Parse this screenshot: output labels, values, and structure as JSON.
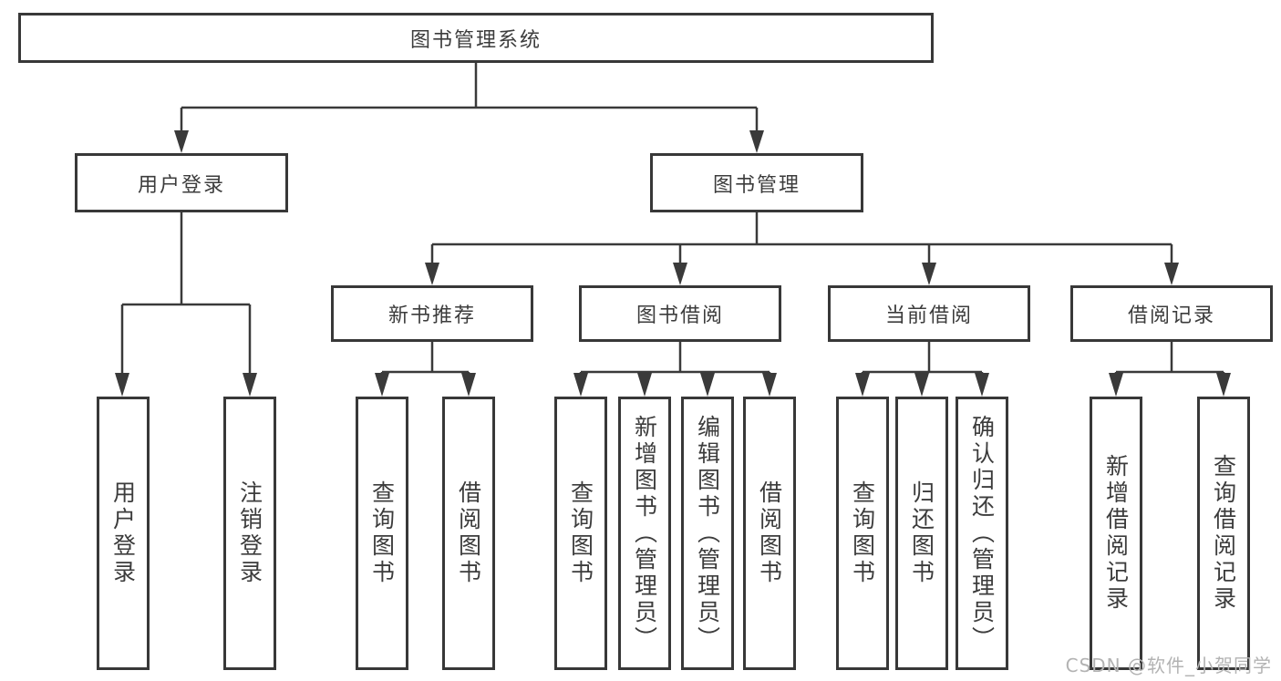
{
  "diagram": {
    "root": "图书管理系统",
    "level2": {
      "user_login": "用户登录",
      "book_management": "图书管理"
    },
    "level3": {
      "new_book_recommend": "新书推荐",
      "book_borrow": "图书借阅",
      "current_borrow": "当前借阅",
      "borrow_records": "借阅记录"
    },
    "leaves": {
      "user_login": "用户登录",
      "logout": "注销登录",
      "nb_query_books": "查询图书",
      "nb_borrow_books": "借阅图书",
      "bb_query_books": "查询图书",
      "bb_add_books": "新增图书（管理员）",
      "bb_edit_books": "编辑图书（管理员）",
      "bb_borrow_books": "借阅图书",
      "cb_query_books": "查询图书",
      "cb_return_books": "归还图书",
      "cb_confirm_return": "确认归还（管理员）",
      "br_add_record": "新增借阅记录",
      "br_query_record": "查询借阅记录"
    }
  },
  "watermark": "CSDN @软件_小贺同学",
  "colors": {
    "line": "#3a3a3a",
    "border": "#383838",
    "text": "#3c3c3c",
    "watermark": "#b3b3b3",
    "background": "#ffffff"
  }
}
